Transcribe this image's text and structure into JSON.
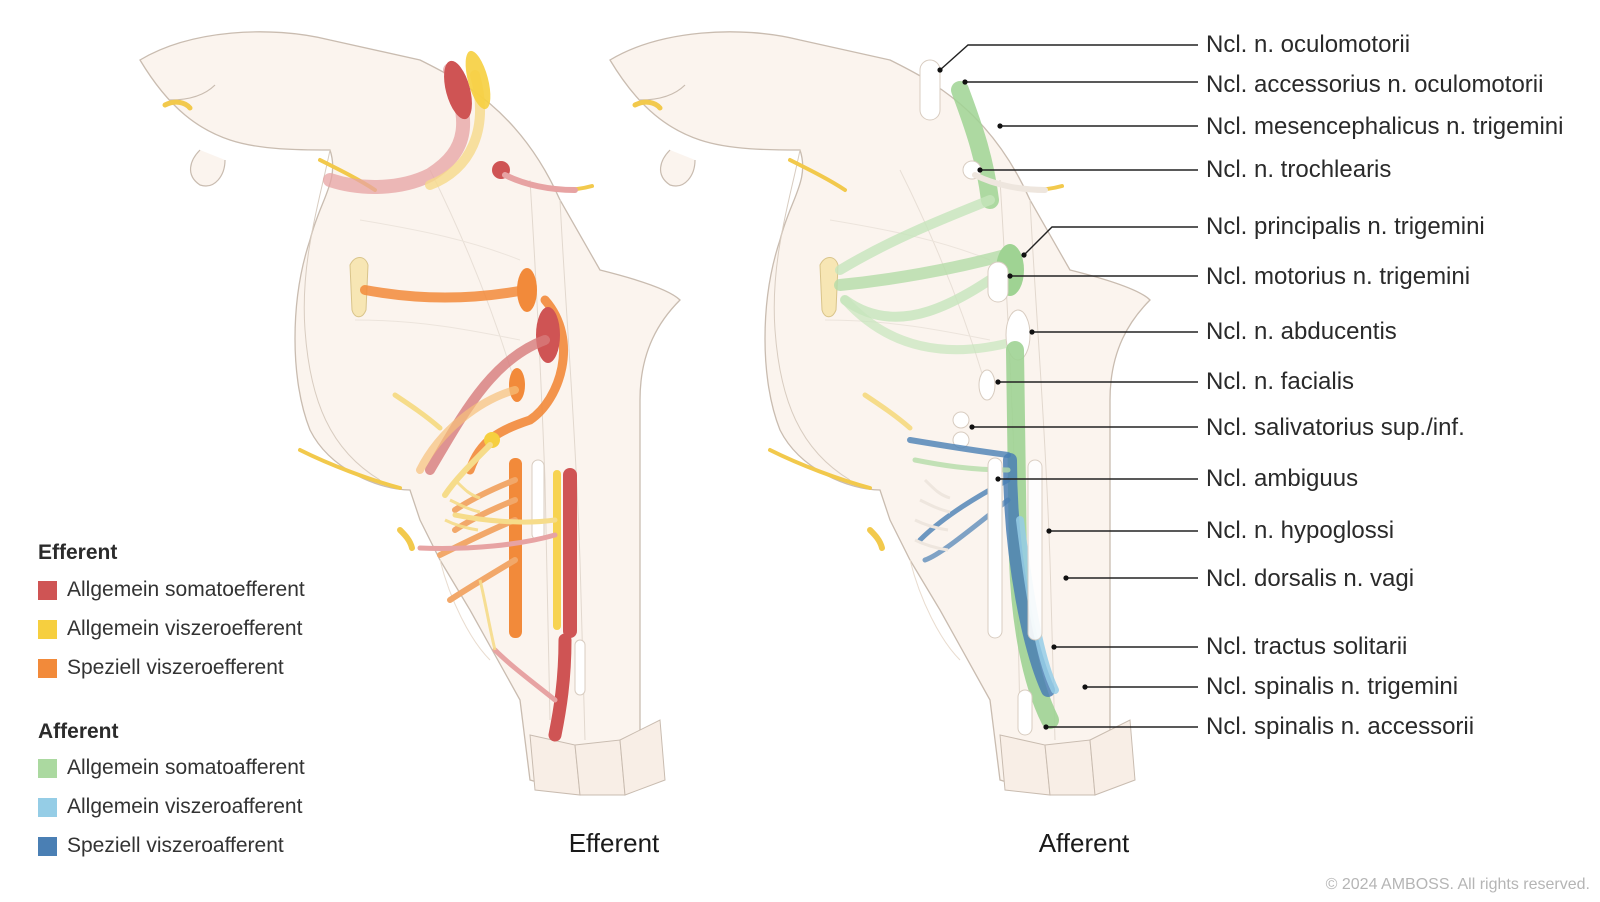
{
  "legend": {
    "efferent": {
      "heading": "Efferent",
      "items": [
        {
          "label": "Allgemein somatoefferent",
          "color": "#cf5454"
        },
        {
          "label": "Allgemein viszeroefferent",
          "color": "#f6cf3f"
        },
        {
          "label": "Speziell viszeroefferent",
          "color": "#f28a3a"
        }
      ]
    },
    "afferent": {
      "heading": "Afferent",
      "items": [
        {
          "label": "Allgemein somatoafferent",
          "color": "#abd9a0"
        },
        {
          "label": "Allgemein  viszeroafferent",
          "color": "#95cde6"
        },
        {
          "label": "Speziell viszeroafferent",
          "color": "#4a7fb4"
        }
      ]
    }
  },
  "panels": {
    "efferent_caption": "Efferent",
    "afferent_caption": "Afferent"
  },
  "nuclei": [
    "Ncl. n. oculomotorii",
    "Ncl. accessorius n. oculomotorii",
    "Ncl. mesencephalicus n. trigemini",
    "Ncl. n. trochlearis",
    "Ncl. principalis n. trigemini",
    "Ncl. motorius n. trigemini",
    "Ncl. n. abducentis",
    "Ncl. n. facialis",
    "Ncl. salivatorius sup./inf.",
    "Ncl. ambiguus",
    "Ncl. n. hypoglossi",
    "Ncl. dorsalis n. vagi",
    "Ncl. tractus solitarii",
    "Ncl. spinalis n. trigemini",
    "Ncl. spinalis n. accessorii"
  ],
  "copyright": "© 2024 AMBOSS. All rights reserved."
}
